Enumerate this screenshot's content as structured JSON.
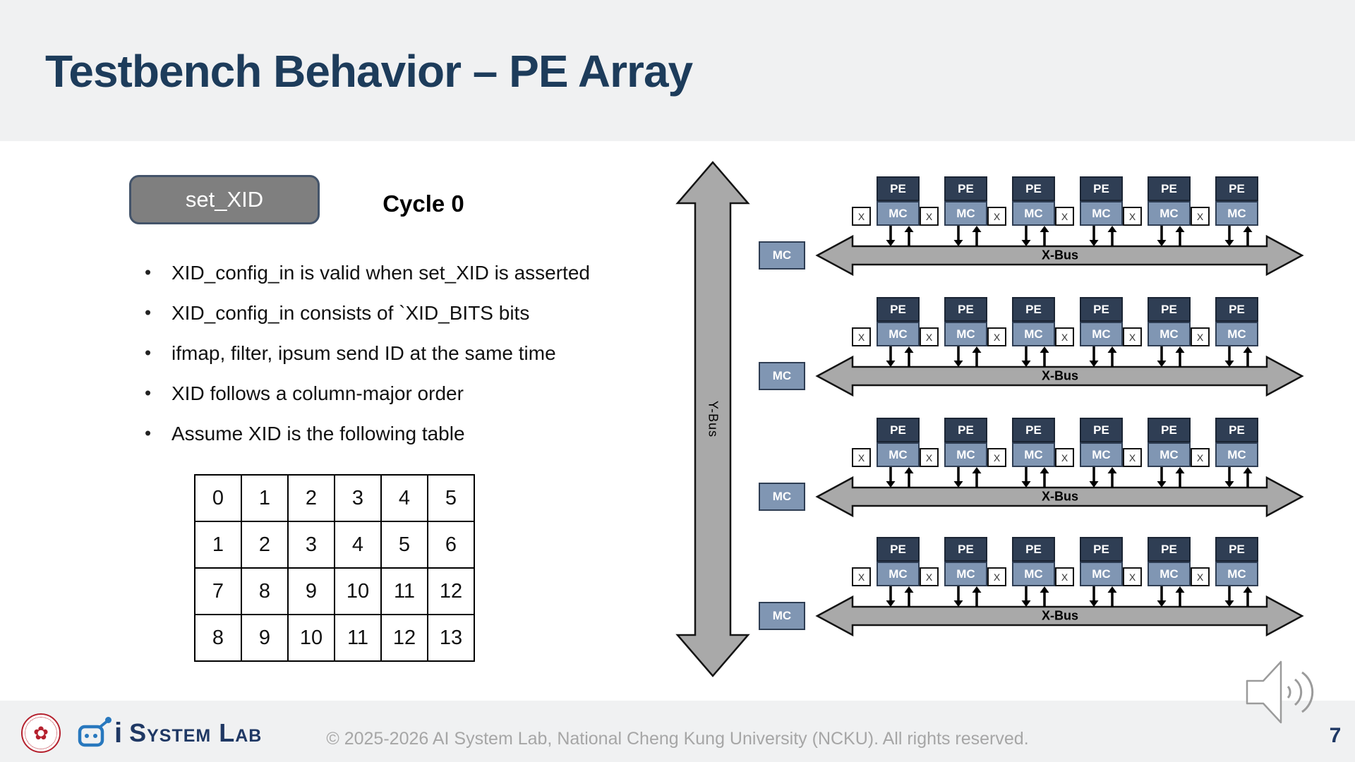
{
  "slide": {
    "title": "Testbench Behavior – PE Array",
    "page_number": "7"
  },
  "signal_button": {
    "label": "set_XID"
  },
  "cycle_label": "Cycle 0",
  "bullets": [
    "XID_config_in is valid when set_XID is asserted",
    "XID_config_in consists of `XID_BITS bits",
    "ifmap, filter, ipsum send ID at the same time",
    "XID follows a column-major order",
    "Assume XID is the following table"
  ],
  "xid_table": {
    "rows": [
      [
        "0",
        "1",
        "2",
        "3",
        "4",
        "5"
      ],
      [
        "1",
        "2",
        "3",
        "4",
        "5",
        "6"
      ],
      [
        "7",
        "8",
        "9",
        "10",
        "11",
        "12"
      ],
      [
        "8",
        "9",
        "10",
        "11",
        "12",
        "13"
      ]
    ]
  },
  "diagram": {
    "row_count": 4,
    "col_count": 6,
    "pe_label": "PE",
    "mc_label": "MC",
    "mux_label": "X",
    "x_bus_label": "X-Bus",
    "y_bus_label": "Y-Bus",
    "colors": {
      "pe_fill": "#2f3e54",
      "mc_fill": "#8096b3",
      "bus_fill": "#a9a9a9",
      "bus_stroke": "#141414"
    }
  },
  "footer": {
    "logo_i": "i",
    "logo_name": "System Lab",
    "copyright": "© 2025-2026 AI System Lab, National Cheng Kung University (NCKU). All rights reserved."
  },
  "icons": {
    "audio": "speaker-with-sound-waves",
    "seal": "ncku-university-seal",
    "robot": "ai-robot-head"
  },
  "theme": {
    "title_color": "#1d3c5b",
    "band_color": "#f0f1f2",
    "button_fill": "#7f7f7f",
    "button_border": "#44546a",
    "logo_blue": "#2878be",
    "logo_navy": "#1f3864",
    "seal_red": "#b5212e",
    "copyright_gray": "#a6a6a6"
  }
}
